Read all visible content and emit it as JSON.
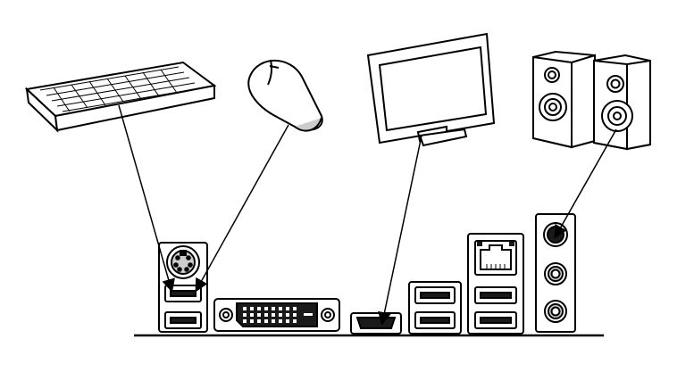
{
  "diagram": {
    "kind": "motherboard-rear-io-connection-diagram",
    "devices": [
      {
        "id": "keyboard",
        "icon": "keyboard-icon",
        "connects_to": "ps2-port"
      },
      {
        "id": "mouse",
        "icon": "mouse-icon",
        "connects_to": "ps2-port"
      },
      {
        "id": "monitor",
        "icon": "monitor-icon",
        "connects_to": "hdmi-port"
      },
      {
        "id": "speakers",
        "icon": "speakers-icon",
        "connects_to": "audio-line-out-jack"
      }
    ],
    "ports": [
      "ps2-port",
      "usb-port",
      "dvi-port",
      "hdmi-port",
      "usb-port",
      "ethernet-port",
      "usb-port",
      "audio-line-out-jack",
      "audio-line-in-jack",
      "audio-mic-jack"
    ],
    "colors": {
      "line": "#000000",
      "background": "#ffffff",
      "device_fill": "#ffffff",
      "port_dark": "#1a1a1a",
      "shade": "#cccccc"
    }
  }
}
